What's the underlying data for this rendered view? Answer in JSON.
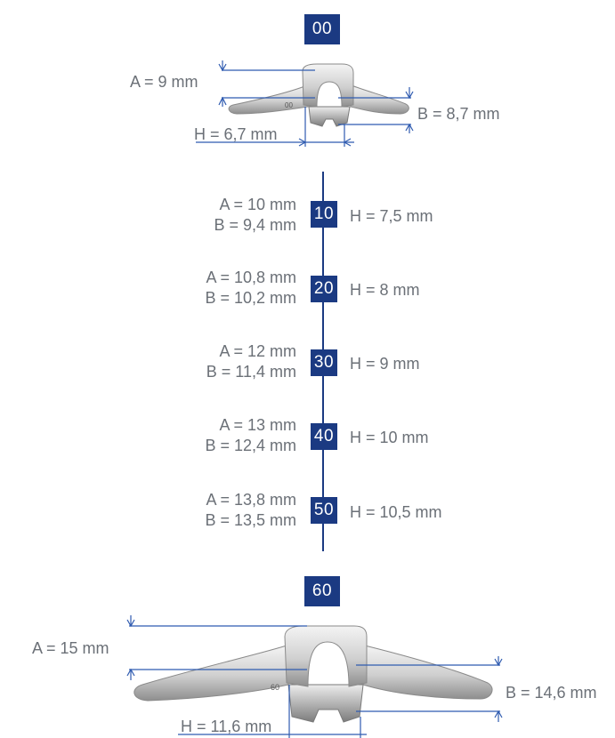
{
  "top": {
    "badge": "00",
    "a": "A = 9 mm",
    "b": "B = 8,7 mm",
    "h": "H = 6,7 mm"
  },
  "sizes": [
    {
      "badge": "10",
      "a": "A = 10 mm",
      "b": "B = 9,4 mm",
      "h": "H = 7,5 mm"
    },
    {
      "badge": "20",
      "a": "A = 10,8 mm",
      "b": "B = 10,2 mm",
      "h": "H = 8 mm"
    },
    {
      "badge": "30",
      "a": "A = 12 mm",
      "b": "B = 11,4 mm",
      "h": "H = 9 mm"
    },
    {
      "badge": "40",
      "a": "A = 13 mm",
      "b": "B = 12,4 mm",
      "h": "H = 10 mm"
    },
    {
      "badge": "50",
      "a": "A = 13,8 mm",
      "b": "B = 13,5 mm",
      "h": "H = 10,5 mm"
    }
  ],
  "bottom": {
    "badge": "60",
    "a": "A = 15 mm",
    "b": "B = 14,6 mm",
    "h": "H = 11,6 mm"
  },
  "colors": {
    "badge": "#1b3a82",
    "dimension_line": "#2f5bb0",
    "text": "#6b7077",
    "product": "#c9c9c9"
  }
}
